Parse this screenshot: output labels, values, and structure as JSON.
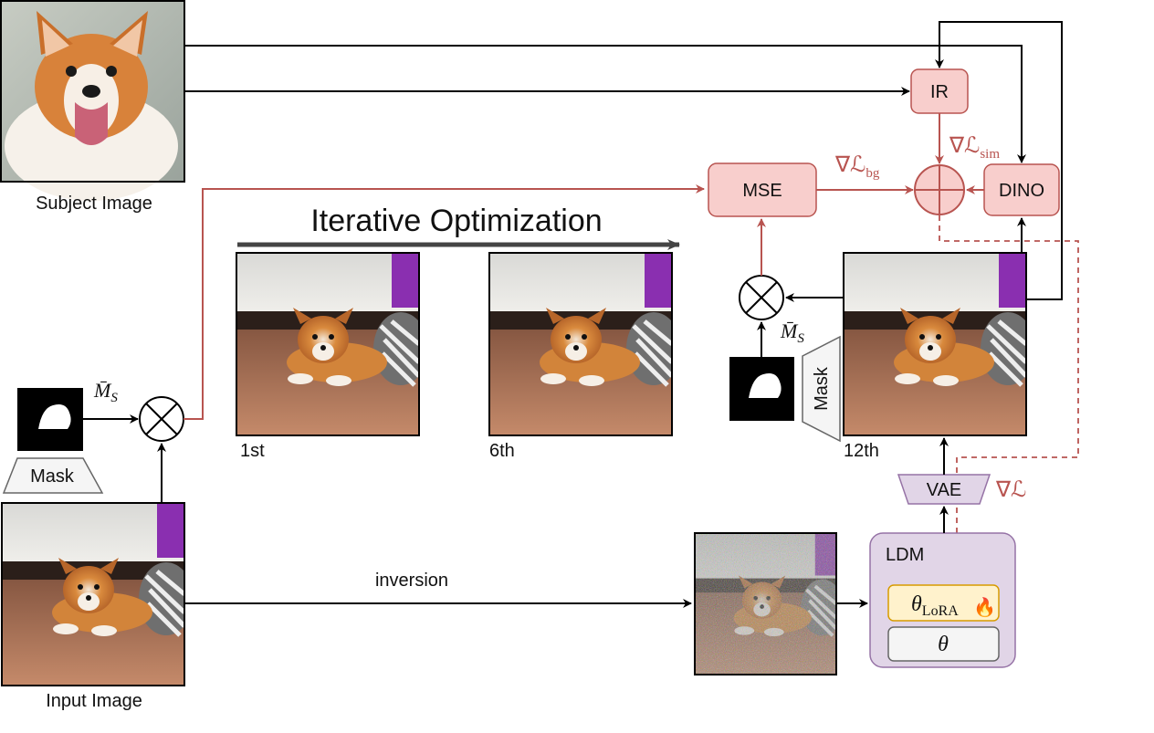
{
  "labels": {
    "subject_image": "Subject Image",
    "input_image": "Input Image",
    "iterative_optimization": "Iterative Optimization",
    "iter_1": "1st",
    "iter_6": "6th",
    "iter_12": "12th",
    "inversion": "inversion",
    "mask_left": "Mask",
    "mask_right": "Mask",
    "ir": "IR",
    "mse": "MSE",
    "dino": "DINO",
    "vae": "VAE",
    "ldm": "LDM",
    "theta": "θ",
    "theta_lora_base": "θ",
    "theta_lora_sub": "LoRA",
    "fire_icon": "🔥",
    "ms_symbol": "M̄",
    "ms_sub": "S",
    "grad_l_bg": "∇ℒ",
    "grad_l_bg_sub": "bg",
    "grad_l_sim": "∇ℒ",
    "grad_l_sim_sub": "sim",
    "grad_l": "∇ℒ"
  },
  "colors": {
    "red_fill": "#f8cecc",
    "red_stroke": "#b85450",
    "purple_fill": "#e1d5e7",
    "purple_stroke": "#9673a6",
    "orange_fill": "#fff2cc",
    "orange_stroke": "#d79b00",
    "gray_fill": "#f5f5f5",
    "gray_stroke": "#666666"
  }
}
